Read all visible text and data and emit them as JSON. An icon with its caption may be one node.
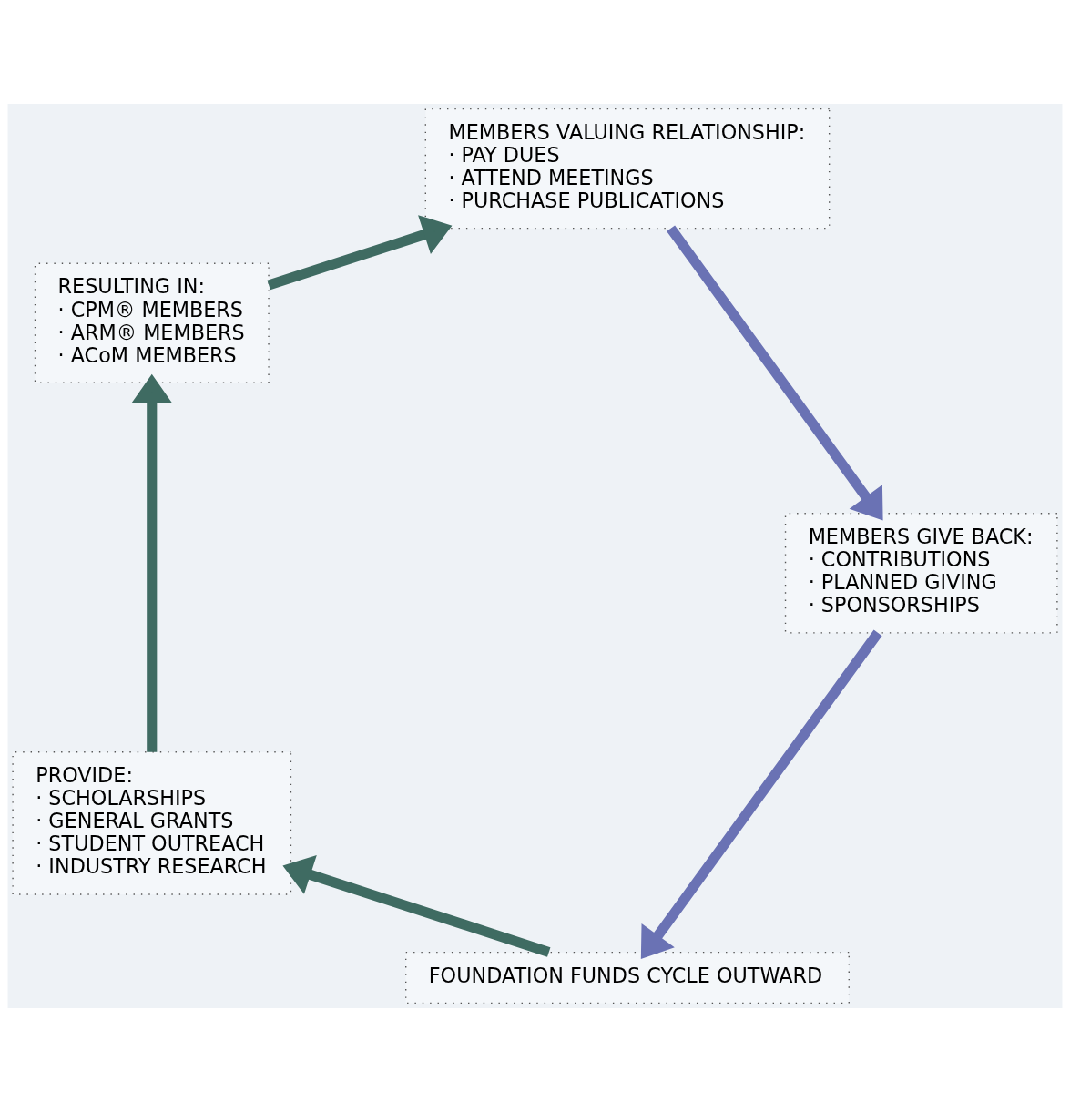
{
  "diagram": {
    "nodes": [
      {
        "text": [
          "FOUNDATION FUNDS CYCLE OUTWARD"
        ]
      },
      {
        "text": [
          "PROVIDE:",
          "· SCHOLARSHIPS",
          "· GENERAL GRANTS",
          "· STUDENT OUTREACH",
          "· INDUSTRY RESEARCH"
        ]
      },
      {
        "text": [
          "RESULTING IN:",
          "· CPM® MEMBERS",
          "· ARM® MEMBERS",
          "· ACoM MEMBERS"
        ]
      },
      {
        "text": [
          "MEMBERS VALUING RELATIONSHIP:",
          "· PAY DUES",
          "· ATTEND MEETINGS",
          "· PURCHASE PUBLICATIONS"
        ]
      },
      {
        "text": [
          "MEMBERS GIVE BACK:",
          "· CONTRIBUTIONS",
          "· PLANNED GIVING",
          "· SPONSORSHIPS"
        ]
      }
    ],
    "edges": [
      {
        "from": 4,
        "to": 0,
        "arrow": "to",
        "color": "#6a72b4"
      },
      {
        "from": 0,
        "to": 1,
        "arrow": "to"
      },
      {
        "from": 1,
        "to": 2,
        "arrow": "to"
      },
      {
        "from": 2,
        "to": 3,
        "arrow": "to"
      },
      {
        "from": 3,
        "to": 4,
        "arrow": "to",
        "color": "#6a72b4"
      }
    ]
  }
}
